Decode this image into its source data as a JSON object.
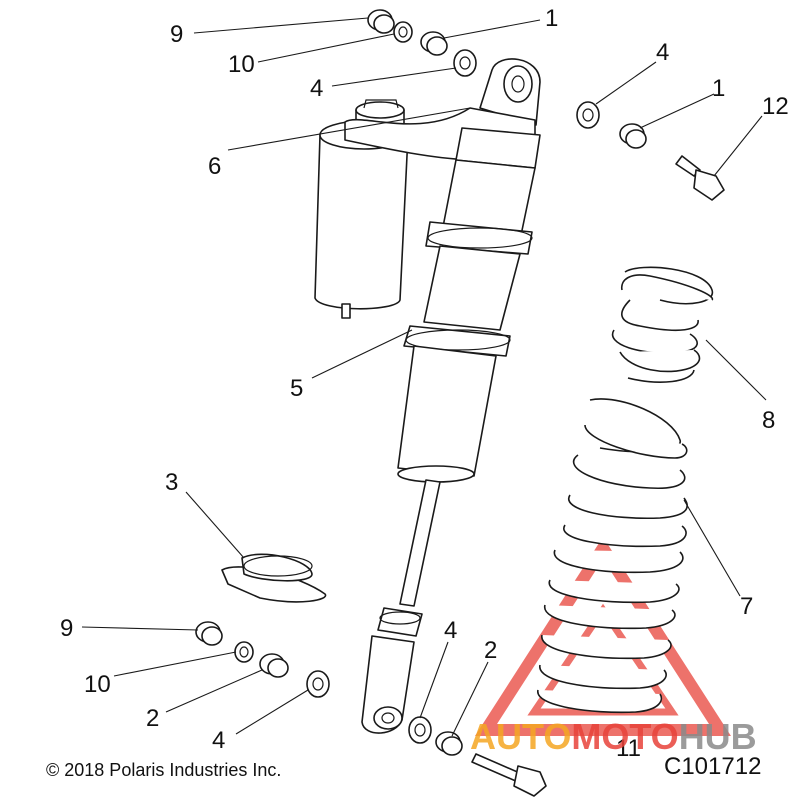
{
  "callouts": {
    "c9a": "9",
    "c10a": "10",
    "c1a": "1",
    "c4a": "4",
    "c4b": "4",
    "c1b": "1",
    "c12": "12",
    "c6": "6",
    "c5": "5",
    "c8": "8",
    "c3": "3",
    "c7": "7",
    "c9b": "9",
    "c10b": "10",
    "c2a": "2",
    "c4c": "4",
    "c4d": "4",
    "c2b": "2",
    "c11": "11"
  },
  "footer": {
    "copyright": "© 2018 Polaris Industries Inc.",
    "diagram_code": "C101712"
  },
  "watermark": {
    "part1": "AUTO",
    "part2": "MOTO",
    "part3": "HUB",
    "color_red": "#e8433a",
    "color_orange": "#f5a623",
    "color_gray": "#8a8a8a"
  }
}
